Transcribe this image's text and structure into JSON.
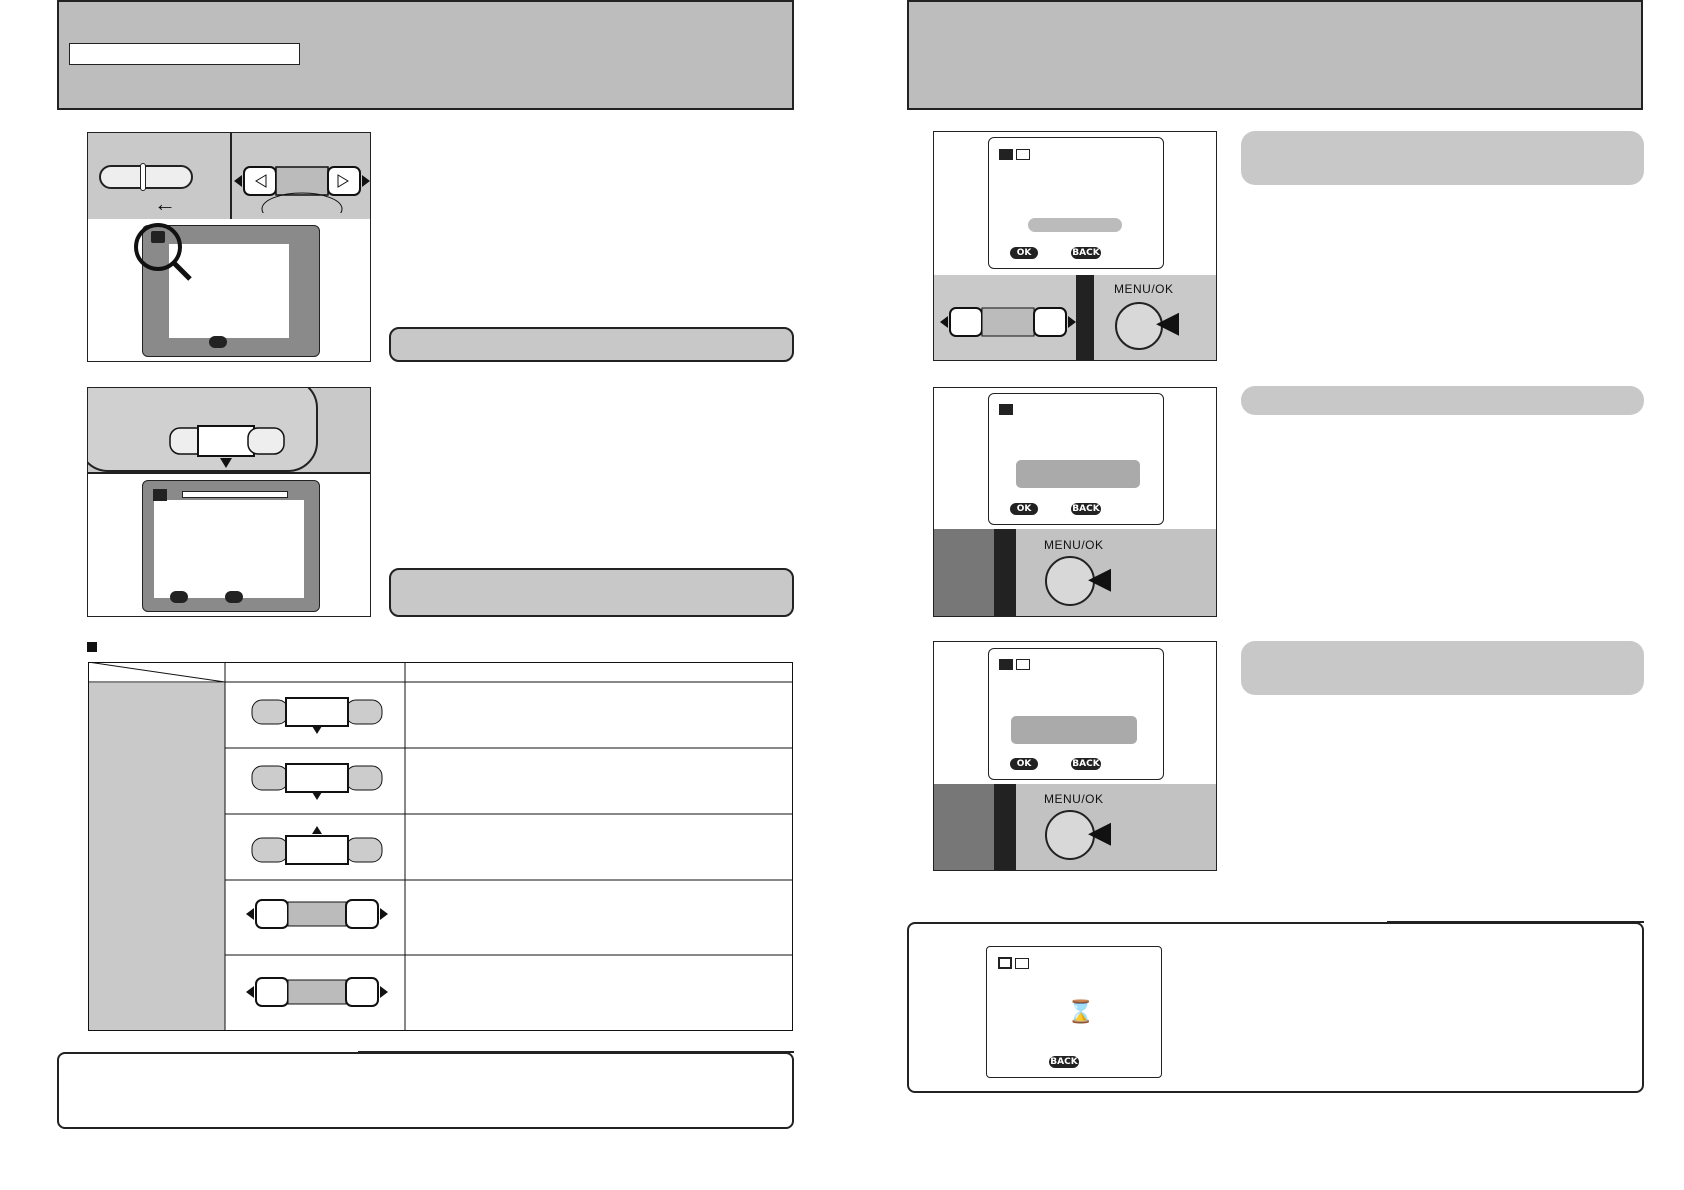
{
  "labels": {
    "menu_ok": "MENU/OK",
    "ok_tag": "OK",
    "back_tag": "BACK"
  },
  "icons": {
    "protect": "protect-icon",
    "playback": "playback-icon",
    "movie": "movie-icon",
    "hourglass": "hourglass-icon"
  }
}
